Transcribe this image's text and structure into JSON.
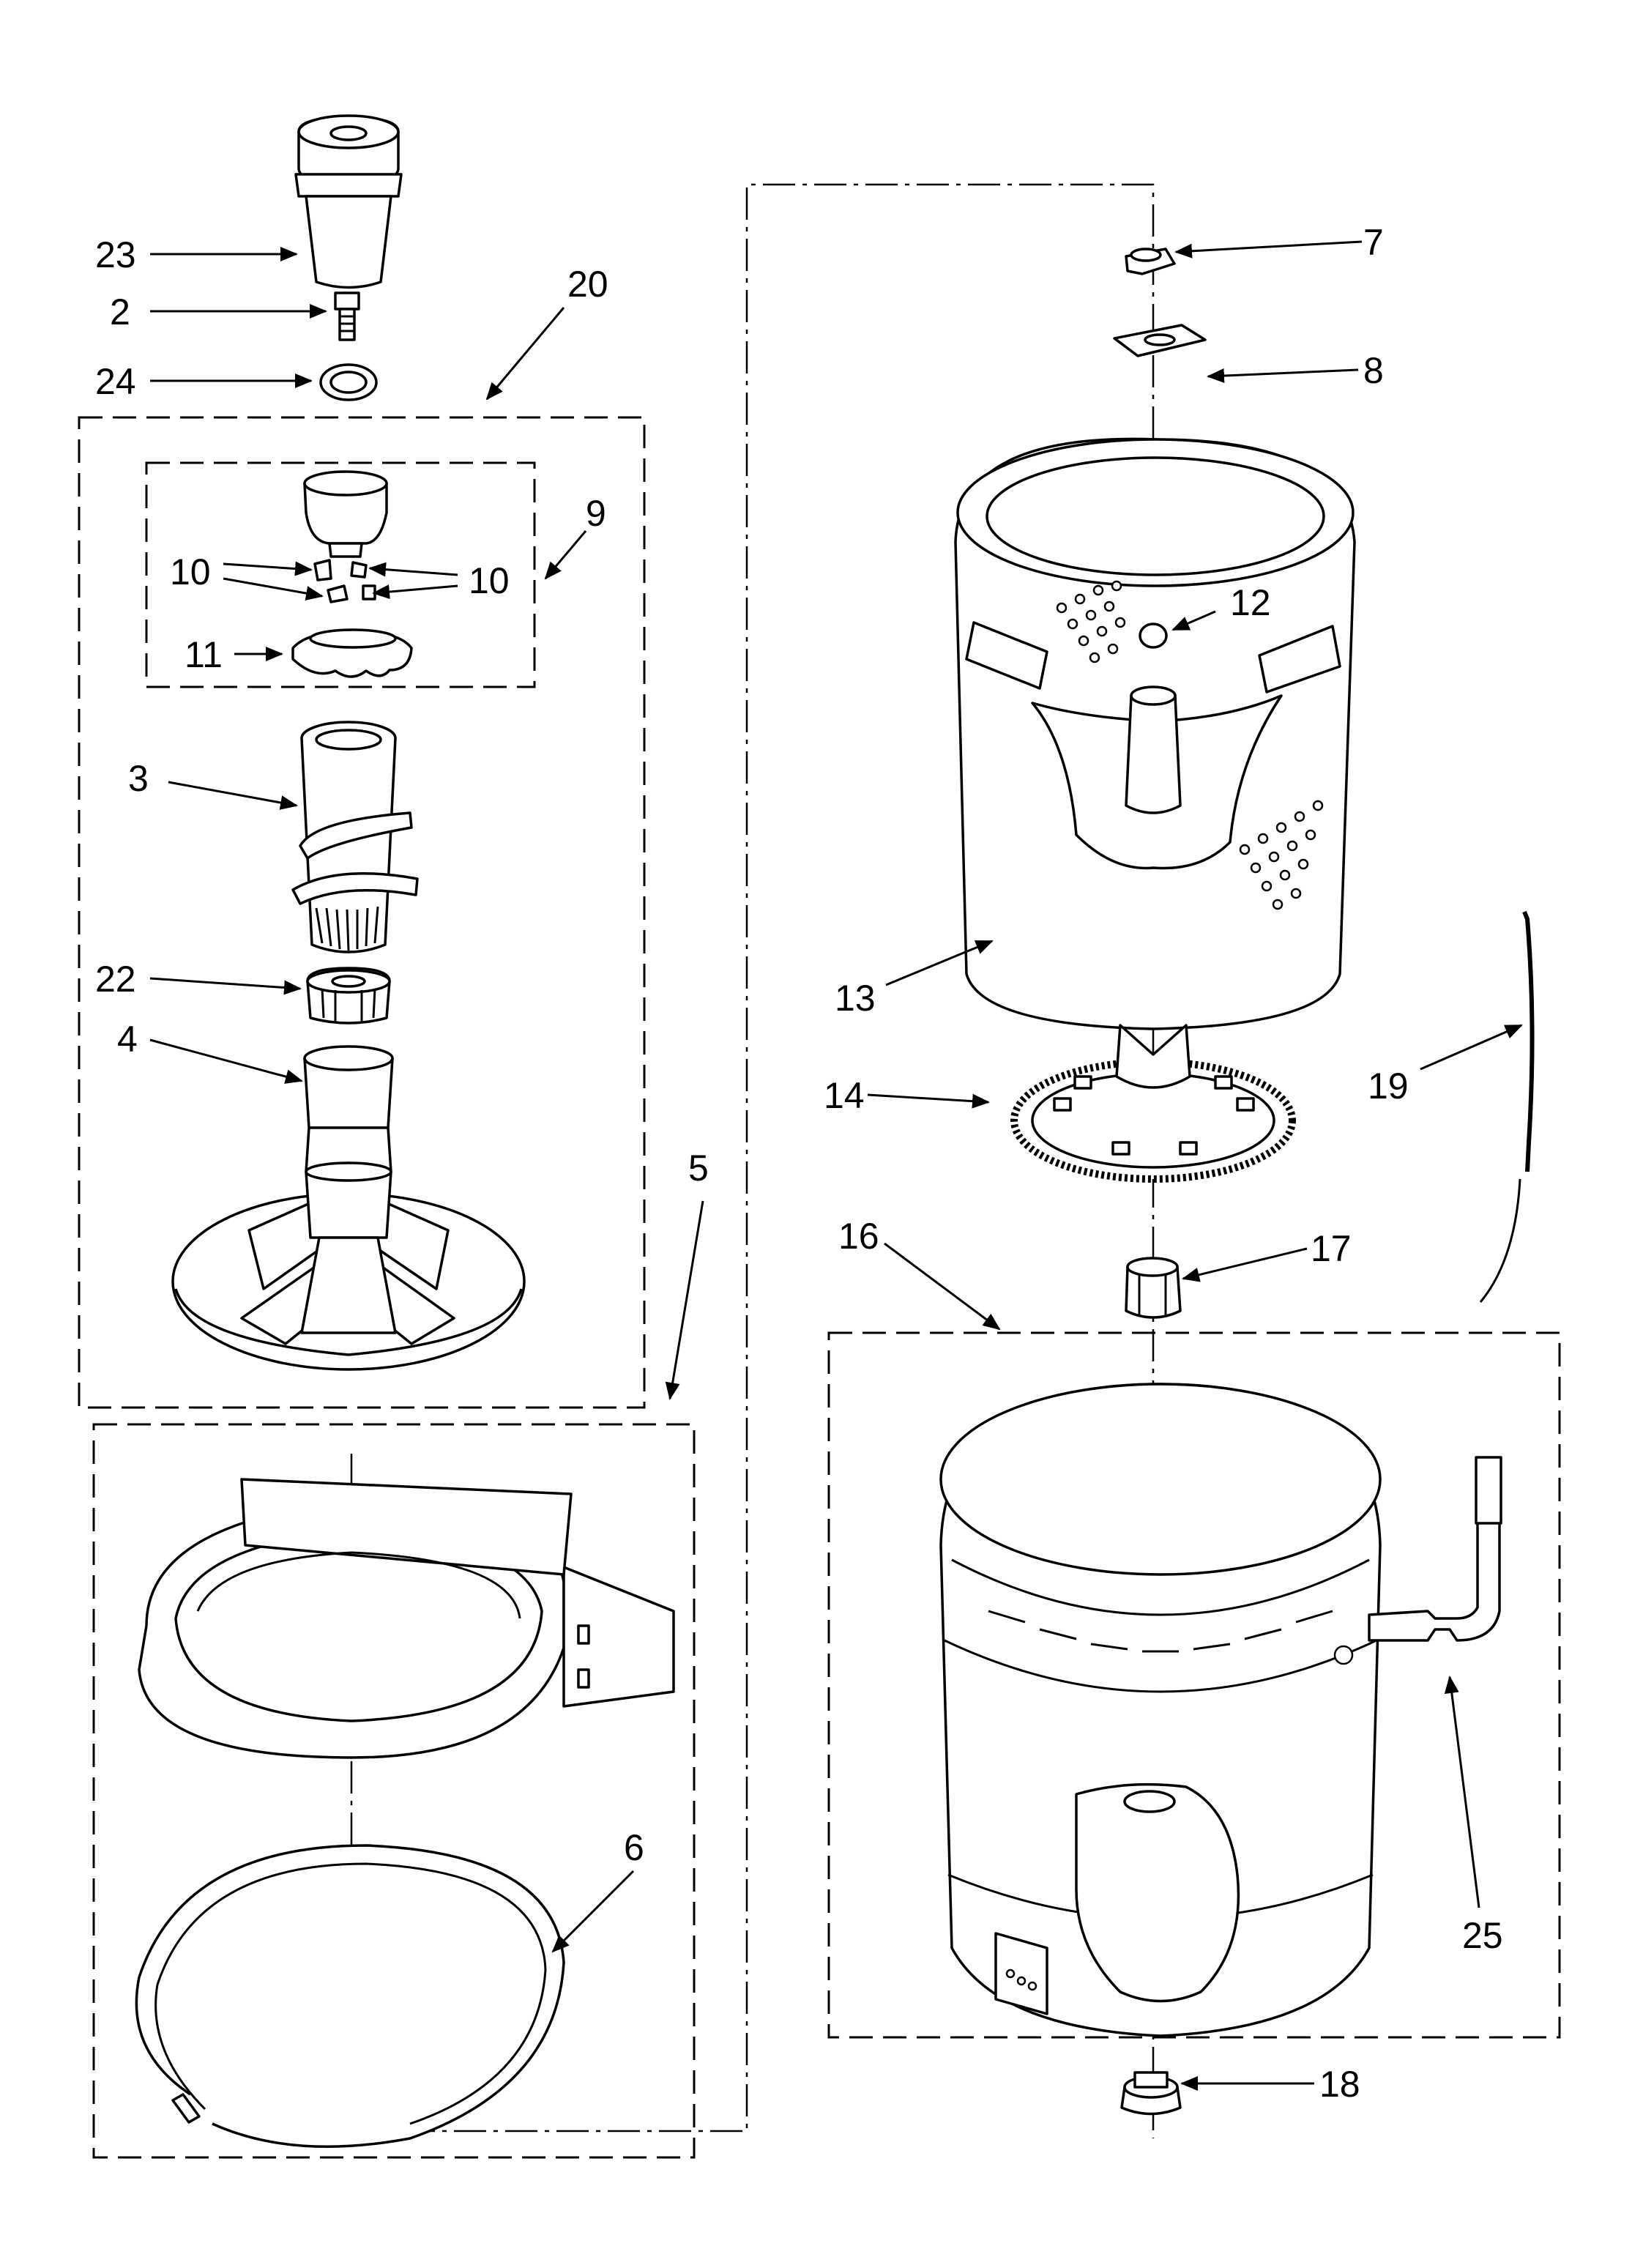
{
  "callouts": {
    "c23": "23",
    "c2": "2",
    "c24": "24",
    "c20": "20",
    "c9": "9",
    "c10a": "10",
    "c10b": "10",
    "c11": "11",
    "c3": "3",
    "c22": "22",
    "c4": "4",
    "c5": "5",
    "c6": "6",
    "c7": "7",
    "c8": "8",
    "c12": "12",
    "c13": "13",
    "c14": "14",
    "c19": "19",
    "c16": "16",
    "c17": "17",
    "c25": "25",
    "c18": "18"
  }
}
